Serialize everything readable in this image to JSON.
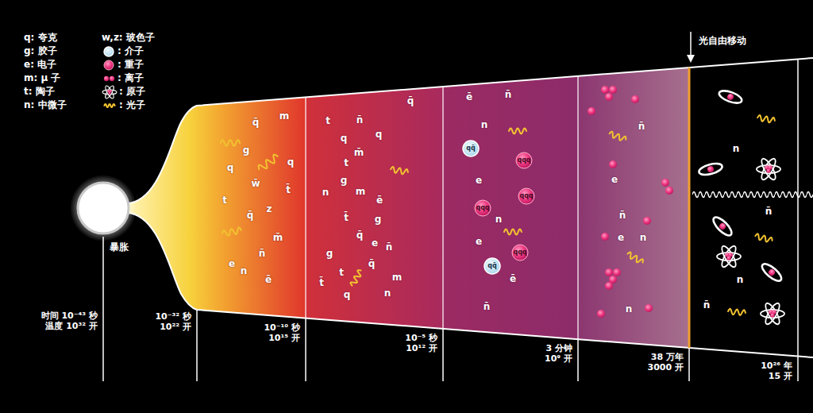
{
  "diagram": {
    "labels": [
      "光自由移动",
      "暴胀",
      "时间 10⁻⁴³ 秒",
      "温度 10³² 开",
      "10⁻³² 秒",
      "10²² 开",
      "10⁻¹⁰ 秒",
      "10¹⁵ 开",
      "10⁻⁵ 秒",
      "10¹² 开",
      "3 分钟",
      "10⁹ 开",
      "38 万年",
      "3000 开",
      "10²⁶ 年",
      "15 开",
      "q̄",
      "m",
      "g",
      "q",
      "q",
      "w̄",
      "t̄",
      "t",
      "z",
      "q̄",
      "m̄",
      "n̄",
      "e",
      "n",
      "ē",
      "q̄",
      "t",
      "n̄",
      "q",
      "q",
      "m̄",
      "t",
      "g",
      "n",
      "m",
      "ē",
      "t̄",
      "g",
      "q̄",
      "e",
      "n̄",
      "g",
      "q̄",
      "t",
      "m",
      "t̄",
      "n",
      "q",
      "ē",
      "n̄",
      "n",
      "e",
      "n",
      "e",
      "ē",
      "n̄",
      "qq̄",
      "qq̄",
      "qqq",
      "qqq",
      "qqq",
      "qqq",
      "n̄",
      "e",
      "n̄",
      "e",
      "n",
      "n",
      "n",
      "n̄",
      "n",
      "n̄"
    ],
    "legend": [
      {
        "text": "q: 夸克"
      },
      {
        "text": "g: 胶子"
      },
      {
        "text": "e: 电子"
      },
      {
        "text": "m: μ 子"
      },
      {
        "text": "t: 陶子"
      },
      {
        "text": "n: 中微子"
      },
      {
        "text": "w,z: 玻色子"
      },
      {
        "text": ": 介子"
      },
      {
        "text": ": 重子"
      },
      {
        "text": ": 离子"
      },
      {
        "text": ": 原子"
      },
      {
        "text": ": 光子"
      }
    ]
  }
}
